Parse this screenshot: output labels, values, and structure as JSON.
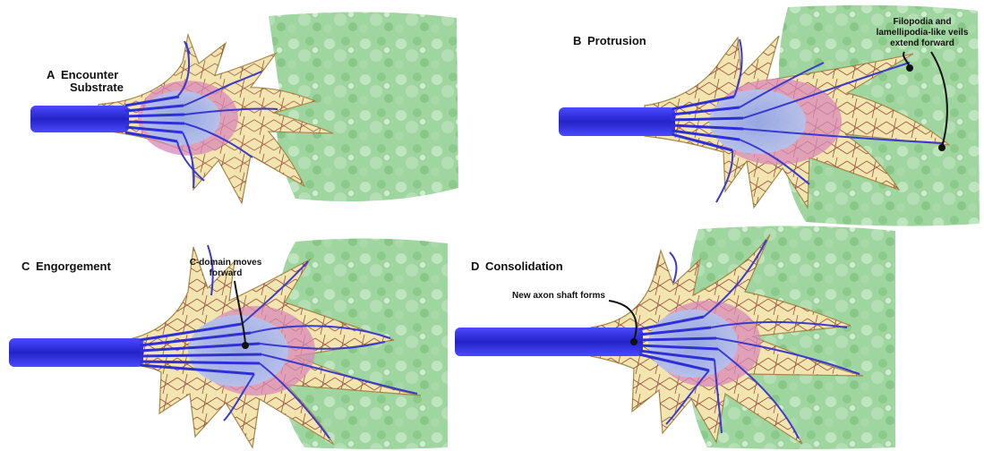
{
  "colors": {
    "background": "#ffffff",
    "substrate": "#8fcf8f",
    "growth_cone": "#f3e5b0",
    "growth_cone_edge": "#a38a4a",
    "actin": "#8a3a2a",
    "transition_zone": "#d988b8",
    "central_domain": "#9fb6e6",
    "microtubule": "#3a3acf",
    "axon": "#2f2fd8"
  },
  "panels": [
    {
      "letter": "A",
      "title_lines": [
        "Encounter",
        "Substrate"
      ]
    },
    {
      "letter": "B",
      "title_lines": [
        "Protrusion"
      ],
      "annotation_lines": [
        "Filopodia and",
        "lamellipodia-like veils",
        "extend forward"
      ]
    },
    {
      "letter": "C",
      "title_lines": [
        "Engorgement"
      ],
      "annotation_lines": [
        "C-domain moves",
        "forward"
      ]
    },
    {
      "letter": "D",
      "title_lines": [
        "Consolidation"
      ],
      "annotation_lines": [
        "New axon shaft forms"
      ]
    }
  ]
}
